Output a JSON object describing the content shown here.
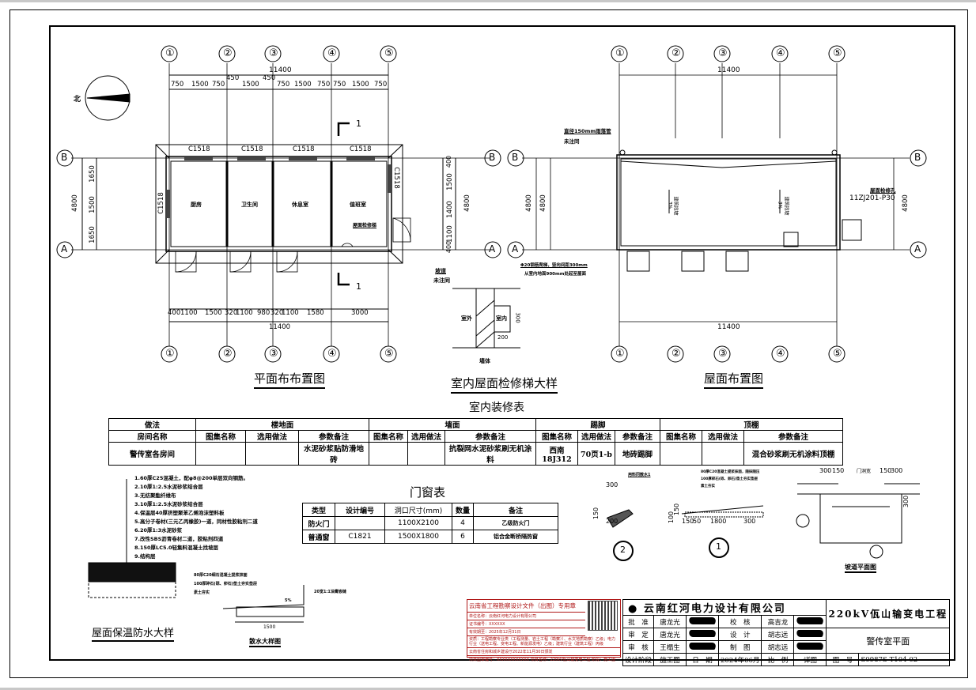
{
  "drawing": {
    "plan": {
      "title": "平面布布置图",
      "north_label": "北",
      "axes_x": [
        "①",
        "②",
        "③",
        "④",
        "⑤"
      ],
      "axes_y": [
        "A",
        "B"
      ],
      "top_total": "11400",
      "top_dims": [
        "750",
        "1500",
        "750",
        "450",
        "1500",
        "450",
        "750",
        "1500",
        "750",
        "750",
        "1500",
        "750"
      ],
      "bottom_dims": [
        "400",
        "1100",
        "1500",
        "320",
        "1100",
        "980",
        "320",
        "1100",
        "1580",
        "3000"
      ],
      "bottom_total": "11400",
      "left_dims": [
        "1650",
        "1500",
        "1650"
      ],
      "left_total": "4800",
      "right_dims": [
        "400",
        "1500",
        "1400",
        "1100",
        "400"
      ],
      "right_total": "4800",
      "windows": [
        "C1518",
        "C1518",
        "C1518",
        "C1518",
        "C1518",
        "C1518"
      ],
      "rooms": [
        "厨房",
        "卫生间",
        "休息室",
        "值班室"
      ],
      "ladder_label": "屋面检修梯",
      "ramp_label_1": "坡道",
      "ramp_label_2": "未注同",
      "section_mark": "1"
    },
    "ladder_detail": {
      "title": "室内屋面检修梯大样",
      "note_1": "Φ20钢筋爬梯，竖向间距300mm",
      "note_2": "从室内地面900mm处起至屋面",
      "outside": "室外",
      "inside": "室内",
      "wall": "墙体",
      "dim_h": "300",
      "dim_w": "200"
    },
    "roof": {
      "title": "屋面布置图",
      "top_total": "11400",
      "bottom_total": "11400",
      "side_dim": "4800",
      "drain_note_1": "直径150mm雨落管",
      "drain_note_2": "未注同",
      "hatch_note_1": "屋面检修孔",
      "hatch_note_2": "11ZJ201-P30",
      "slope_1": "3%",
      "slope_1_text": "建筑找坡",
      "slope_2": "3%",
      "slope_2_text": "建筑找坡"
    },
    "finish_table": {
      "title": "室内装修表",
      "groups": [
        "做法",
        "楼地面",
        "墙面",
        "踢脚",
        "顶棚"
      ],
      "sub": [
        "房间名称",
        "图集名称",
        "选用做法",
        "参数备注",
        "图集名称",
        "选用做法",
        "参数备注",
        "图集名称",
        "选用做法",
        "参数备注",
        "图集名称",
        "选用做法",
        "参数备注"
      ],
      "row": [
        "警传室各房间",
        "",
        "",
        "水泥砂浆贴防滑地砖",
        "",
        "",
        "抗裂网水泥砂浆刷无机涂料",
        "西南18J312",
        "70页1-b",
        "地砖踢脚",
        "",
        "",
        "混合砂浆刷无机涂料顶棚"
      ]
    },
    "roof_layers": {
      "title": "屋面保温防水大样",
      "items": [
        "1.60厚C25混凝土，配φ8@200单层双向钢筋。",
        "2.10厚1:2.5水泥砂浆结合层",
        "3.无纺聚酯纤维布",
        "3.10厚1:2.5水泥砂浆结合层",
        "4.保温层40厚挤塑聚苯乙烯泡沫塑料板",
        "5.高分子卷材(三元乙丙橡胶)一道，同材性胶粘剂二道",
        "6.20厚1:3水泥砂浆",
        "7.改性SBS沥青卷材二道，胶粘剂四道",
        "8.150厚LC5.0轻集料混凝土找坡层",
        "9.结构层"
      ]
    },
    "apron": {
      "title": "散水大样图",
      "note_1": "80厚C20细石混凝土提浆抹面",
      "note_2": "100厚碎石(砾、卵石)垫土夯实垫层",
      "note_3": "素土夯实",
      "joint": "20宽1:1油膏嵌缝",
      "slope": "5%",
      "width": "1500"
    },
    "door_window": {
      "title": "门窗表",
      "headers": [
        "类型",
        "设计编号",
        "洞口尺寸(mm)",
        "数量",
        "备注"
      ],
      "rows": [
        [
          "防火门",
          "",
          "1100X2100",
          "4",
          "乙级防火门"
        ],
        [
          "普通窗",
          "C1821",
          "1500X1800",
          "6",
          "铝合金断桥隔热窗"
        ]
      ]
    },
    "ramp_details": {
      "detail_2": "2",
      "detail_2_note": "用料同散水1",
      "detail_2_dims": [
        "300",
        "150",
        "200"
      ],
      "detail_1": "1",
      "detail_1_notes": [
        "80厚C20混凝土提浆抹面，随抹随压",
        "100厚碎石(砾、卵石)垫土夯实垫层",
        "素土夯实"
      ],
      "detail_1_dims": [
        "150",
        "100",
        "150",
        "50",
        "1800",
        "300"
      ],
      "plan_title": "坡道平面图",
      "plan_dims": [
        "300",
        "150",
        "门洞宽",
        "150",
        "300",
        "300"
      ]
    },
    "stamp": {
      "title": "云南省工程勘察设计文件（出图）专用章",
      "company": "单位名称：云南红河电力设计有限公司",
      "cert": "证书编号：XXXXXX",
      "valid": "有效期至：2025年12月31日",
      "scope": "资质：工程勘察专业类（工程测量、岩土工程（勘察））、水文地质勘察）乙级；电力行业（送电工程、变电工程、新能源发电）乙级；建筑行业（建筑工程）丙级",
      "issuer": "云南省住房和城乡建设厅2022年11月30日颁发",
      "project": "项目图审编号：XXXXXXXXXXXX 项目名称：220kV佤山输变电工程 阶段：施工图"
    },
    "title_block": {
      "company": "云南红河电力设计有限公司",
      "project": "220kV佤山输变电工程",
      "sheet_title": "警传室平面",
      "rows": [
        [
          "批　准",
          "唐龙光",
          "",
          "校　核",
          "高吉龙",
          ""
        ],
        [
          "审　定",
          "唐龙光",
          "",
          "设　计",
          "胡志远",
          ""
        ],
        [
          "审　核",
          "王榻生",
          "",
          "制　图",
          "胡志远",
          ""
        ]
      ],
      "stage_label": "设计阶段",
      "stage": "施工图",
      "date_label": "日　期",
      "date": "2024年06月",
      "scale_label": "比　例",
      "scale": "详图",
      "no_label": "图　号",
      "no": "S0987S-T104-02"
    }
  }
}
